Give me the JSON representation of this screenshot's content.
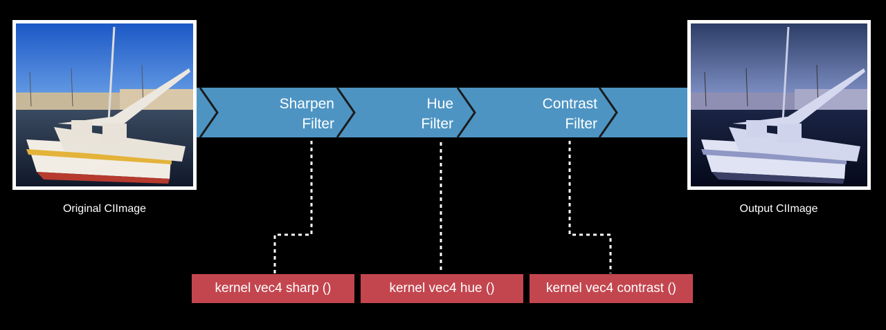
{
  "input_image": {
    "caption": "Original CIImage"
  },
  "output_image": {
    "caption": "Output CIImage"
  },
  "filters": [
    {
      "line1": "Sharpen",
      "line2": "Filter"
    },
    {
      "line1": "Hue",
      "line2": "Filter"
    },
    {
      "line1": "Contrast",
      "line2": "Filter"
    }
  ],
  "kernels": [
    {
      "label": "kernel vec4 sharp ()"
    },
    {
      "label": "kernel vec4 hue ()"
    },
    {
      "label": "kernel vec4 contrast ()"
    }
  ],
  "colors": {
    "pipeline": "#4d94c3",
    "chevron": "#1a1a1a",
    "kernel_box": "#c3464f",
    "connector": "#ffffff"
  }
}
